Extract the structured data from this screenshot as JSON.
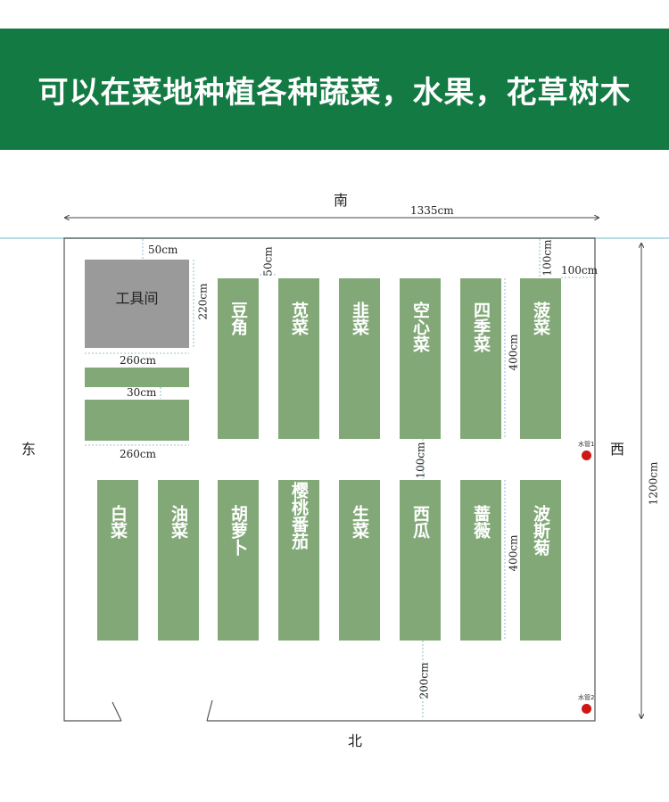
{
  "title": "可以在菜地种植各种蔬菜，水果，花草树木",
  "directions": {
    "south": "南",
    "north": "北",
    "east": "东",
    "west": "西"
  },
  "dimensions": {
    "total_width": "1335cm",
    "total_height": "1200cm",
    "top_margin": "50cm",
    "tool_room_height": "220cm",
    "bed_gap": "50cm",
    "right_top_margin": "100cm",
    "right_margin": "100cm",
    "tool_room_width": "260cm",
    "strip_gap": "30cm",
    "strip_width": "260cm",
    "bed_height_top": "400cm",
    "row_gap": "100cm",
    "bed_height_bottom": "400cm",
    "bottom_margin": "200cm"
  },
  "tool_room": "工具间",
  "beds_top": [
    {
      "label": "豆角"
    },
    {
      "label": "苋菜"
    },
    {
      "label": "韭菜"
    },
    {
      "label": "空心菜"
    },
    {
      "label": "四季菜"
    },
    {
      "label": "菠菜"
    }
  ],
  "beds_bottom": [
    {
      "label": "白菜"
    },
    {
      "label": "油菜"
    },
    {
      "label": "胡萝卜"
    },
    {
      "label": "樱桃番茄"
    },
    {
      "label": "生菜"
    },
    {
      "label": "西瓜"
    },
    {
      "label": "蔷薇"
    },
    {
      "label": "波斯菊"
    }
  ],
  "water_pipes": [
    "水管1",
    "水管2"
  ],
  "colors": {
    "banner": "#147a43",
    "bed": "#82a878",
    "tool_room": "#9a9a9a",
    "pipe": "#d01515",
    "guide_line": "#9bd3dc"
  }
}
